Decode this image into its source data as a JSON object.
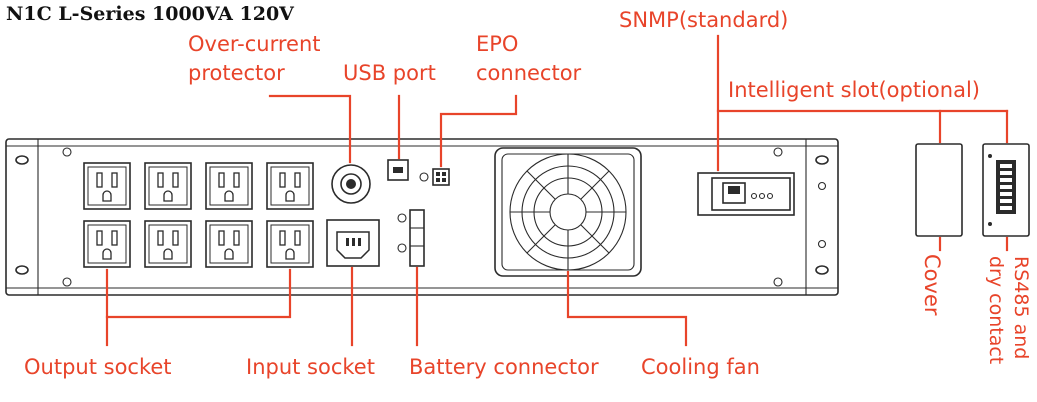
{
  "title": "N1C L-Series 1000VA 120V",
  "labels": {
    "over_current_line1": "Over-current",
    "over_current_line2": "protector",
    "usb_port": "USB port",
    "epo_line1": "EPO",
    "epo_line2": "connector",
    "snmp": "SNMP(standard)",
    "intelligent_slot": "Intelligent slot(optional)",
    "output_socket": "Output socket",
    "input_socket": "Input socket",
    "battery_connector": "Battery connector",
    "cooling_fan": "Cooling fan",
    "cover": "Cover",
    "rs485_line1": "RS485 and",
    "rs485_line2": "dry contact"
  },
  "colors": {
    "label": "#e8442a",
    "outline": "#2b2b2b"
  },
  "icons": {
    "outlet": "nema-5-15-outlet-icon",
    "fan": "fan-grille-icon",
    "usb": "usb-b-port-icon",
    "iec": "iec-c14-inlet-icon",
    "network": "rj45-port-icon"
  }
}
